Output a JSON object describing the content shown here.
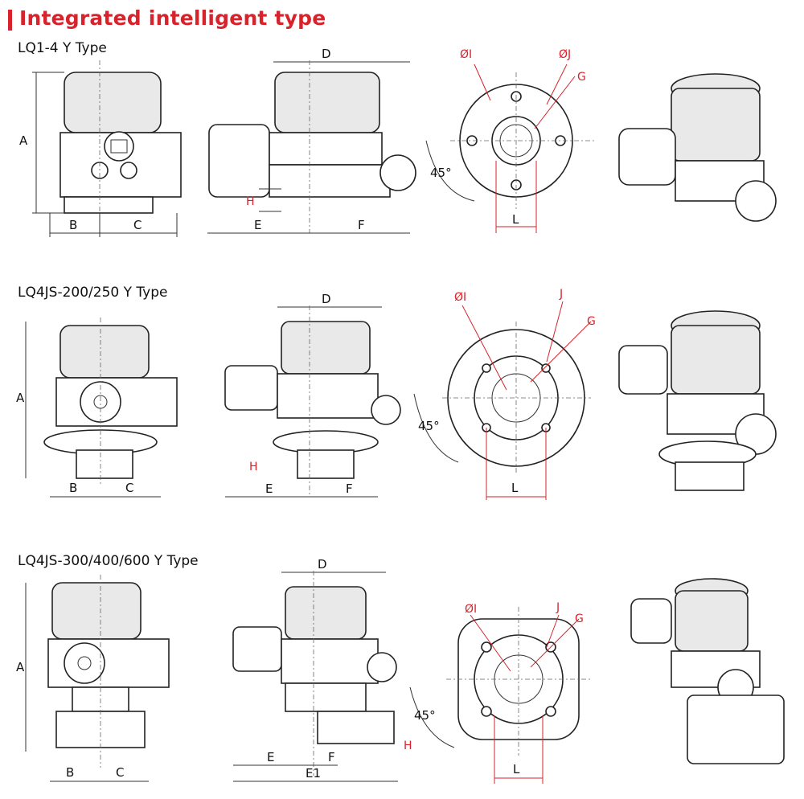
{
  "title": "Integrated intelligent type",
  "accent_color": "#d6232c",
  "rows": [
    {
      "label": "LQ1-4 Y Type",
      "front": {
        "A": "A",
        "B": "B",
        "C": "C"
      },
      "side": {
        "D": "D",
        "E": "E",
        "F": "F",
        "H": "H"
      },
      "flange": {
        "I": "ØI",
        "J": "ØJ",
        "G": "G",
        "angle": "45°",
        "L": "L"
      }
    },
    {
      "label": "LQ4JS-200/250 Y Type",
      "front": {
        "A": "A",
        "B": "B",
        "C": "C"
      },
      "side": {
        "D": "D",
        "E": "E",
        "F": "F",
        "H": "H"
      },
      "flange": {
        "I": "ØI",
        "J": "J",
        "G": "G",
        "angle": "45°",
        "L": "L"
      }
    },
    {
      "label": "LQ4JS-300/400/600 Y Type",
      "front": {
        "A": "A",
        "B": "B",
        "C": "C"
      },
      "side": {
        "D": "D",
        "E": "E",
        "F": "F",
        "H": "H",
        "E1": "E1"
      },
      "flange": {
        "I": "ØI",
        "J": "J",
        "G": "G",
        "angle": "45°",
        "L": "L"
      }
    }
  ]
}
